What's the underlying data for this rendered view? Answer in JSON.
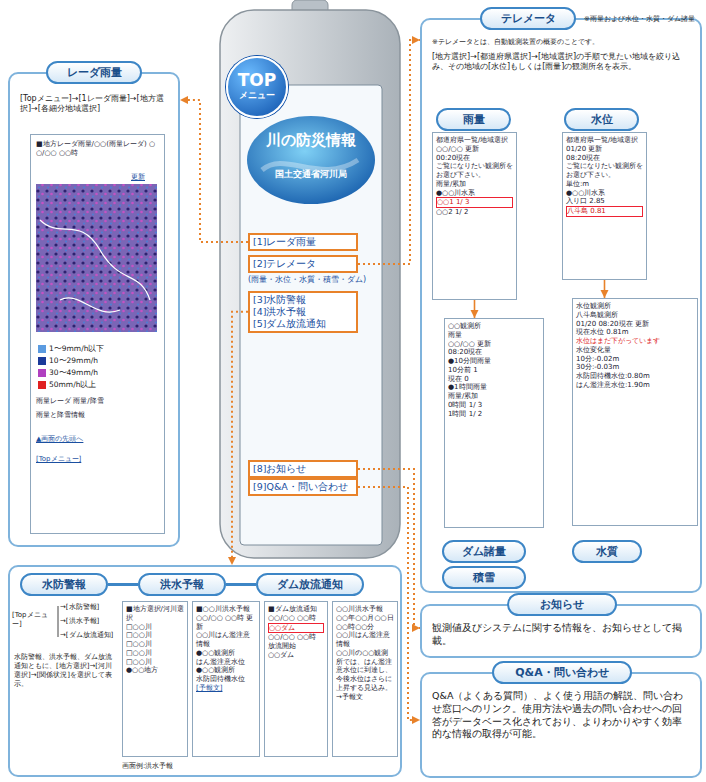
{
  "diagram": {
    "nodes": [
      {
        "text": [
          "TOP",
          "メニュー"
        ]
      },
      {
        "text": [
          "川の防災情報",
          "国土交通省河川局"
        ]
      },
      {
        "text": [
          "[1]レーダ雨量"
        ],
        "in": 1
      },
      {
        "text": [
          "[2]テレメータ"
        ],
        "in": 1
      },
      {
        "text": [
          "[3]水防警報",
          "[4]洪水予報",
          "[5]ダム放流通知"
        ],
        "in": 1
      },
      {
        "text": [
          "[8]お知らせ"
        ],
        "in": 1
      },
      {
        "text": [
          "[9]Q&A・問い合わせ"
        ],
        "in": 1
      },
      {
        "text": [
          "レーダ雨量",
          "[Topメニュー]→[1レーダ雨量]→[地方選択]→[各細分地域選択]"
        ]
      },
      {
        "text": [
          "■地方レーダ雨量/○○(雨量レーダ) ○○/○○ ○○時",
          "更新",
          "雨量レーダ 雨量/降雪",
          "雨量と降雪情報",
          "▲画面の先頭へ",
          "[Topメニュー]"
        ],
        "in": 7
      },
      {
        "text": [
          "テレメータ",
          "※雨量および水位・水質・ダム諸量",
          "※テレメータとは、自動観測装置の概要のことです。",
          "[地方選択]→[都道府県選択]→[地域選択]の手順で見たい地域を絞り込み、その地域の[水位]もしくは[雨量]の観測所名を表示。"
        ]
      },
      {
        "text": [
          "雨量"
        ],
        "in": 9
      },
      {
        "text": [
          "水位"
        ],
        "in": 9
      },
      {
        "text": [
          "都道府県一覧/地域選択",
          "○○/○○ 更新",
          "00:20現在",
          "ご覧になりたい観測所をお選び下さい。",
          "雨量/累加",
          "●○○川水系",
          "○○1 1/ 3",
          "○○2 1/ 2"
        ],
        "in": 9
      },
      {
        "text": [
          "都道府県一覧/地域選択",
          "01/20 更新",
          "08:20現在",
          "ご覧になりたい観測所をお選び下さい。",
          "単位:m",
          "●○○川水系",
          "入り口 2.85",
          "八斗島 0.81"
        ],
        "in": 9
      },
      {
        "text": [
          "○○観測所",
          "雨量",
          "○○/○○ 更新",
          "08:20現在",
          "●10分間雨量",
          "10分前 1",
          "現在 0",
          "●1時間雨量",
          "雨量/累加",
          "0時間 1/ 3",
          "1時間 1/ 2"
        ],
        "in": 9
      },
      {
        "text": [
          "水位観測所",
          "八斗島観測所",
          "01/20 08:20現在 更新",
          "現在水位 0.81m",
          "水位はまだ下がっています",
          "水位変化量",
          "10分:-0.02m",
          "30分:-0.03m",
          "水防団待機水位:0.80m",
          "はん濫注意水位:1.90m"
        ],
        "in": 9
      },
      {
        "text": [
          "ダム諸量"
        ],
        "in": 9
      },
      {
        "text": [
          "水質"
        ],
        "in": 9
      },
      {
        "text": [
          "積雪"
        ],
        "in": 9
      },
      {
        "text": [
          "[Topメニュー]",
          "→[水防警報]",
          "→[洪水予報]",
          "→[ダム放流通知]",
          "水防警報、洪水予報、ダム放流通知ともに、[地方選択]→[河川選択]→[関係状況]を選択して表示。",
          "画面例:洪水予報"
        ]
      },
      {
        "text": [
          "水防警報"
        ],
        "in": 19
      },
      {
        "text": [
          "洪水予報"
        ],
        "in": 19
      },
      {
        "text": [
          "ダム放流通知"
        ],
        "in": 19
      },
      {
        "text": [
          "■地方選択/河川選択",
          "□○○川",
          "□○○川",
          "□○○川",
          "□○○川",
          "□○○川",
          "●○○地方"
        ],
        "in": 19
      },
      {
        "text": [
          "■○○川洪水予報",
          "○○/○○ ○○時 更新",
          "○○川はん濫注意情報",
          "●○○観測所",
          "はん濫注意水位",
          "●○○観測所",
          "水防団待機水位",
          "[予報文]"
        ],
        "in": 19
      },
      {
        "text": [
          "■ダム放流通知",
          "○○/○○ ○○時",
          "○○ダム",
          "○○/○○ ○○時",
          "放流開始",
          "○○ダム"
        ],
        "in": 19
      },
      {
        "text": [
          "○○川洪水予報",
          "○○年○○月○○日 ○○時○○分",
          "○○川はん濫注意情報",
          "○○川の○○観測所では、はん濫注意水位に到達し、今後水位はさらに上昇する見込み。",
          "→予報文"
        ],
        "in": 19
      },
      {
        "text": [
          "お知らせ",
          "観測値及びシステムに関する情報を、お知らせとして掲載。"
        ]
      },
      {
        "text": [
          "Q&A・問い合わせ",
          "Q&A（よくある質問）、よく使う用語の解説、問い合わせ窓口へのリンク。使用方法や過去の問い合わせへの回答がデータベース化されており、よりわかりやすく効率的な情報の取得が可能。"
        ]
      }
    ],
    "edges": [
      {
        "from": 2,
        "to": 7,
        "arrow": "to"
      },
      {
        "from": 3,
        "to": 9,
        "arrow": "to"
      },
      {
        "from": 4,
        "to": 19,
        "arrow": "to"
      },
      {
        "from": 5,
        "to": 27,
        "arrow": "to"
      },
      {
        "from": 6,
        "to": 28,
        "arrow": "to"
      },
      {
        "from": 12,
        "to": 14,
        "arrow": "to"
      },
      {
        "from": 13,
        "to": 15,
        "arrow": "to"
      },
      {
        "from": 20,
        "to": 21,
        "arrow": "none"
      },
      {
        "from": 21,
        "to": 22,
        "arrow": "none"
      }
    ],
    "labels": [
      "(雨量・水位・水質・積雪・ダム)"
    ],
    "legend": [
      {
        "text": "1〜9mm/h以下",
        "color": "#5b9be0"
      },
      {
        "text": "10〜29mm/h",
        "color": "#1a3a9a"
      },
      {
        "text": "30〜49mm/h",
        "color": "#b040c0"
      },
      {
        "text": "50mm/h以上",
        "color": "#e02020"
      }
    ]
  }
}
